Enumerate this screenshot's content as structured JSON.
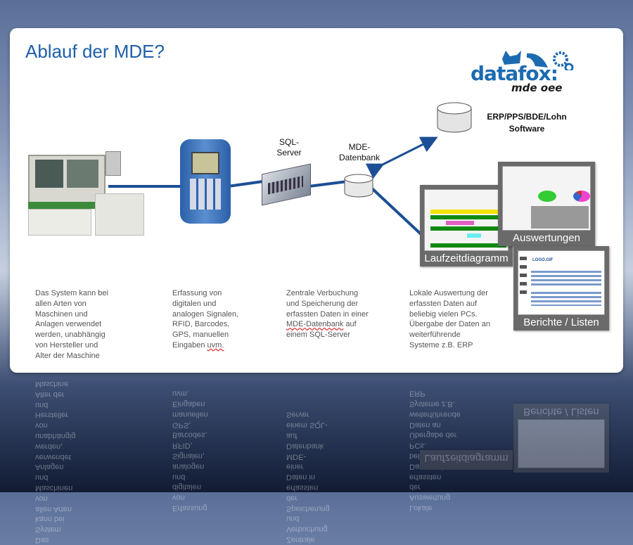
{
  "slide": {
    "title": "Ablauf der MDE?"
  },
  "logo": {
    "brand": "datafox:",
    "sub": "mde oee"
  },
  "diagram": {
    "sql_label": "SQL-\nServer",
    "db_label": "MDE-\nDatenbank",
    "erp_label": "ERP/PPS/BDE/Lohn\nSoftware"
  },
  "screens": [
    {
      "caption": "Laufzeitdiagramm"
    },
    {
      "caption": "Auswertungen"
    },
    {
      "caption": "Berichte / Listen",
      "logo_text": "LOGO.GIF"
    }
  ],
  "columns": [
    {
      "text": "Das System  kann bei\nallen Arten von\nMaschinen und\nAnlagen  verwendet\nwerden, unabhängig\nvon Hersteller und\nAlter der Maschine"
    },
    {
      "text": "Erfassung von\ndigitalen und\nanalogen Signalen,\nRFID, Barcodes,\nGPS, manuellen\nEingaben ",
      "underlined": "uvm."
    },
    {
      "text": "Zentrale Verbuchung\nund Speicherung der\nerfassten Daten in einer\n",
      "underlined": "MDE-Datenbank",
      "text2": " auf\neinem SQL-Server"
    },
    {
      "text": "Lokale Auswertung der\nerfassten Daten  auf\nbeliebig vielen PCs.\nÜbergabe der Daten an\nweiterführende\nSysteme z.B. ERP"
    }
  ],
  "colors": {
    "accent": "#1f5fa8",
    "line": "#1c4f95"
  }
}
